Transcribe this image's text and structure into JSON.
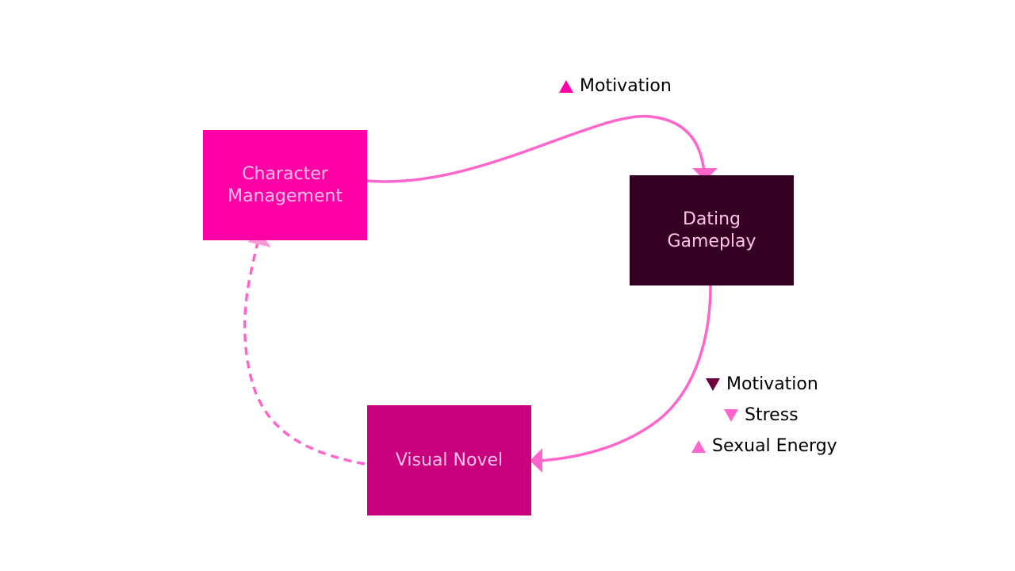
{
  "nodes": {
    "character_management": {
      "label": "Character\nManagement"
    },
    "dating_gameplay": {
      "label": "Dating\nGameplay"
    },
    "visual_novel": {
      "label": "Visual Novel"
    }
  },
  "transitions": {
    "character_to_dating": {
      "effects": [
        {
          "direction": "up",
          "label": "Motivation",
          "color": "#ff00a6"
        }
      ]
    },
    "dating_to_novel": {
      "effects": [
        {
          "direction": "down",
          "label": "Motivation",
          "color": "#6e003f"
        },
        {
          "direction": "down",
          "label": "Stress",
          "color": "#ff66cc"
        },
        {
          "direction": "up",
          "label": "Sexual Energy",
          "color": "#ff66cc"
        }
      ]
    },
    "novel_to_character": {
      "style": "dashed"
    }
  },
  "colors": {
    "connector": "#ff66cc",
    "connector_dashed": "#ff66cc",
    "arrowhead_dashed": "#ff99d9"
  }
}
